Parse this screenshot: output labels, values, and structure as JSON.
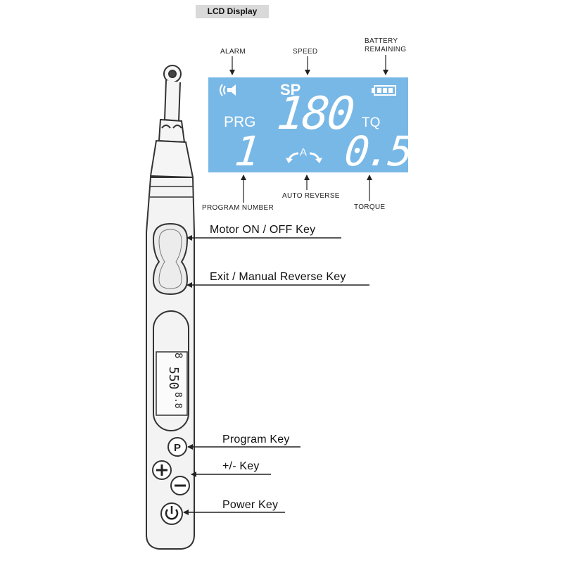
{
  "section_title": "LCD Display",
  "lcd": {
    "sp_label": "SP",
    "speed_value": "180",
    "prg_label": "PRG",
    "program_value": "1",
    "tq_label": "TQ",
    "torque_value": "0.5",
    "auto_reverse_symbol": "A",
    "background_color": "#78b8e6"
  },
  "callouts": {
    "alarm": "ALARM",
    "speed": "SPEED",
    "battery_line1": "BATTERY",
    "battery_line2": "REMAINING",
    "program_number": "PROGRAM NUMBER",
    "auto_reverse": "AUTO REVERSE",
    "torque": "TORQUE"
  },
  "keys": {
    "motor": "Motor  ON / OFF  Key",
    "exit": "Exit / Manual Reverse Key",
    "program": "Program Key",
    "plus_minus": "+/-   Key",
    "power": "Power Key"
  },
  "mini_lcd": {
    "program": "8",
    "speed": "550",
    "torque": "8.8"
  },
  "icons": [
    "alarm-icon",
    "battery-icon",
    "auto-reverse-icon",
    "program-key-icon",
    "plus-key-icon",
    "minus-key-icon",
    "power-key-icon"
  ]
}
